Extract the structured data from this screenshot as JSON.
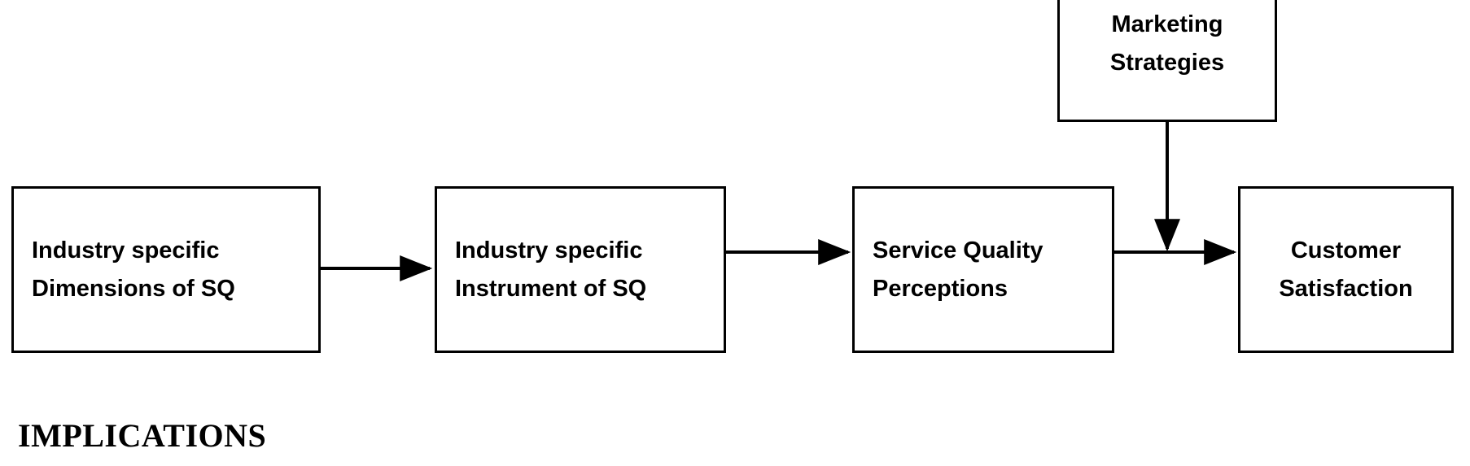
{
  "diagram": {
    "title_below": "IMPLICATIONS",
    "stroke_color": "#000000",
    "fill_color": "#ffffff",
    "text_color": "#000000",
    "nodes": [
      {
        "id": "industry-specific-dimensions",
        "lines": [
          "Industry specific",
          "Dimensions of SQ"
        ],
        "align": "left"
      },
      {
        "id": "industry-specific-instrument",
        "lines": [
          "Industry specific",
          "Instrument of SQ"
        ],
        "align": "left"
      },
      {
        "id": "service-quality-perceptions",
        "lines": [
          "Service Quality",
          "Perceptions"
        ],
        "align": "left"
      },
      {
        "id": "customer-satisfaction",
        "lines": [
          "Customer",
          "Satisfaction"
        ],
        "align": "center"
      },
      {
        "id": "marketing-strategies",
        "lines": [
          "Marketing",
          "Strategies"
        ],
        "align": "center"
      }
    ],
    "edges": [
      {
        "id": "edge-dimensions-to-instrument",
        "from": "industry-specific-dimensions",
        "to": "industry-specific-instrument",
        "direction": "right"
      },
      {
        "id": "edge-instrument-to-perceptions",
        "from": "industry-specific-instrument",
        "to": "service-quality-perceptions",
        "direction": "right"
      },
      {
        "id": "edge-perceptions-to-satisfaction",
        "from": "service-quality-perceptions",
        "to": "customer-satisfaction",
        "direction": "right"
      },
      {
        "id": "edge-marketing-to-satisfaction-link",
        "from": "marketing-strategies",
        "to": "edge-perceptions-to-satisfaction",
        "direction": "down"
      }
    ]
  }
}
